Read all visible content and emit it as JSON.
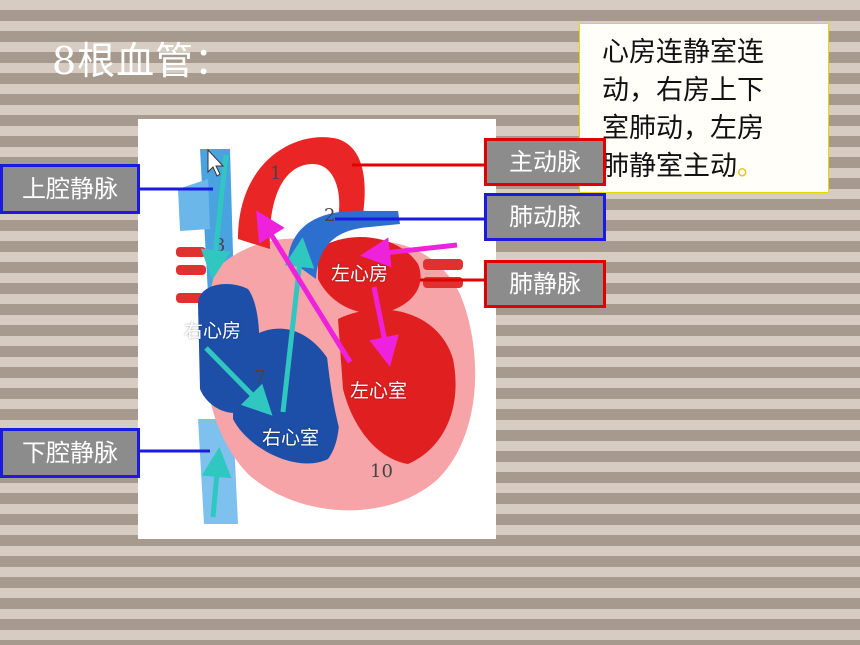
{
  "slide": {
    "title": "8根血管："
  },
  "note": {
    "line1": "心房连静室连",
    "line2": "动，右房上下",
    "line3": "室肺动，左房",
    "line4": "肺静室主动",
    "end_mark": "。"
  },
  "callouts": {
    "superior_vena_cava": "上腔静脉",
    "inferior_vena_cava": "下腔静脉",
    "aorta": "主动脉",
    "pulmonary_artery": "肺动脉",
    "pulmonary_vein": "肺静脉"
  },
  "chambers": {
    "left_atrium": "左心房",
    "right_atrium": "右心房",
    "left_ventricle": "左心室",
    "right_ventricle": "右心室"
  },
  "vessel_numbers": {
    "n1": "1",
    "n2": "2",
    "n3": "3",
    "n7": "7",
    "n10": "10"
  },
  "colors": {
    "blue_border": "#1a1ae0",
    "red_border": "#e00000",
    "callout_fill": "#8c8c8c",
    "flow_cyan": "#2fc7c0",
    "flow_magenta": "#ee22dd",
    "note_border": "#e5d900"
  }
}
